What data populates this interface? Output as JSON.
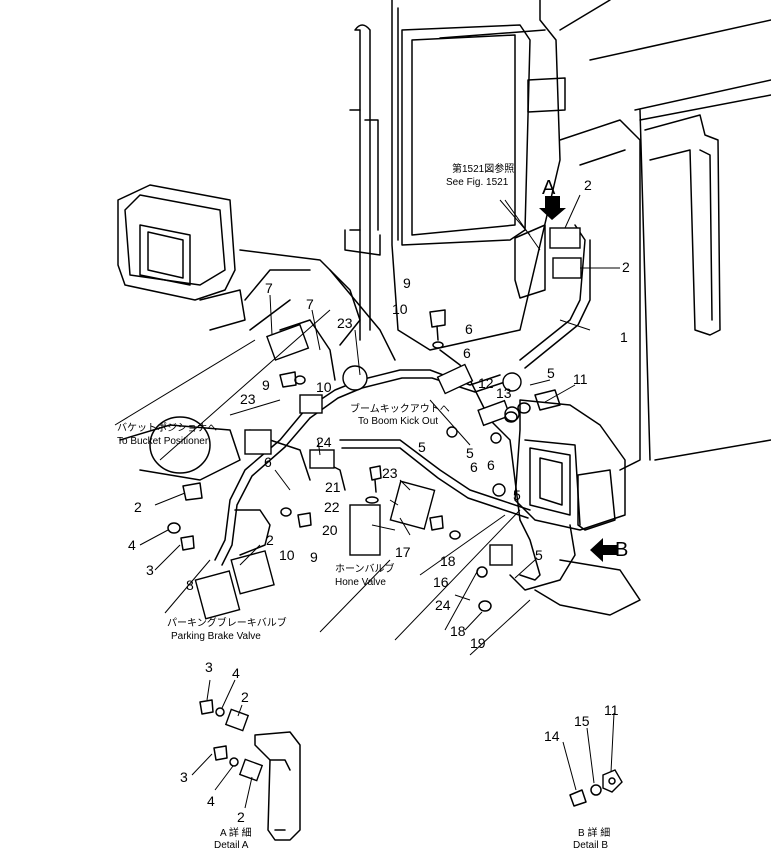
{
  "callouts": {
    "see_fig_jp": "第1521図参照",
    "see_fig_en": "See Fig. 1521",
    "view_a": "A",
    "view_b": "B",
    "bucket_jp": "バケットポジショナへ",
    "bucket_en": "To Bucket Positioner",
    "boom_jp": "ブームキックアウトへ",
    "boom_en": "To Boom Kick Out",
    "horn_jp": "ホーンバルブ",
    "horn_en": "Hone Valve",
    "parking_jp": "パーキングブレーキバルブ",
    "parking_en": "Parking Brake Valve",
    "detail_a_jp": "A 詳 細",
    "detail_a_en": "Detail A",
    "detail_b_jp": "B 詳 細",
    "detail_b_en": "Detail B"
  },
  "parts": {
    "n1": "1",
    "n2": "2",
    "n3": "3",
    "n4": "4",
    "n5": "5",
    "n6": "6",
    "n7": "7",
    "n8": "8",
    "n9": "9",
    "n10": "10",
    "n11": "11",
    "n12": "12",
    "n13": "13",
    "n14": "14",
    "n15": "15",
    "n16": "16",
    "n17": "17",
    "n18": "18",
    "n19": "19",
    "n20": "20",
    "n21": "21",
    "n22": "22",
    "n23": "23",
    "n24": "24"
  }
}
